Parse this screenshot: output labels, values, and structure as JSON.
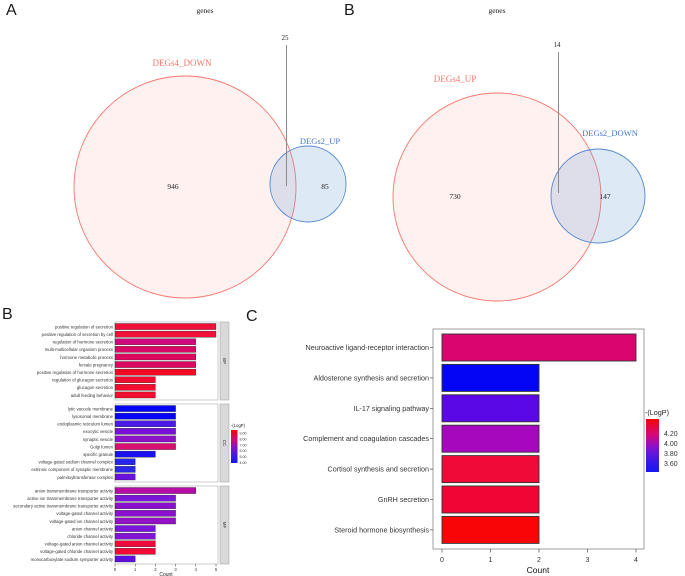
{
  "panel_labels": {
    "a": "A",
    "b_venn": "B",
    "b_go": "B",
    "c": "C"
  },
  "chart_data": [
    {
      "panel": "A",
      "type": "venn",
      "title": "genes",
      "sets": [
        {
          "label": "DEGs4_DOWN",
          "unique_count": "946",
          "color": "#F8766D"
        },
        {
          "label": "DEGs2_UP",
          "unique_count": "85",
          "color": "#4477CC"
        }
      ],
      "intersection": {
        "count": "25"
      }
    },
    {
      "panel": "B",
      "type": "venn",
      "title": "genes",
      "sets": [
        {
          "label": "DEGs4_UP",
          "unique_count": "730",
          "color": "#F8766D"
        },
        {
          "label": "DEGs2_DOWN",
          "unique_count": "147",
          "color": "#4477CC"
        }
      ],
      "intersection": {
        "count": "14"
      }
    },
    {
      "panel": "B",
      "type": "bar",
      "subtype": "go-enrichment-faceted",
      "orientation": "horizontal",
      "xlabel": "Count",
      "xlim": [
        0,
        5.5
      ],
      "x_ticks": [
        "0",
        "1",
        "2",
        "3",
        "4",
        "5"
      ],
      "legend": {
        "title": "-(LogP)",
        "ticks": [
          "9.00",
          "8.00",
          "7.00",
          "6.00",
          "5.00",
          "4.00"
        ],
        "top_color": "#F50505",
        "bottom_color": "#1717F0"
      },
      "facets": [
        {
          "strip": "BP",
          "rows": [
            {
              "term": "positive regulation of secretion",
              "count": 5,
              "color": "#F2103A"
            },
            {
              "term": "positive regulation of secretion by cell",
              "count": 5,
              "color": "#F2103A"
            },
            {
              "term": "regulation of hormone secretion",
              "count": 4,
              "color": "#D1087E"
            },
            {
              "term": "multi-multicellular organism process",
              "count": 4,
              "color": "#DB0966"
            },
            {
              "term": "hormone metabolic process",
              "count": 4,
              "color": "#DD0960"
            },
            {
              "term": "female pregnancy",
              "count": 4,
              "color": "#DD0960"
            },
            {
              "term": "positive regulation of hormone secretion",
              "count": 4,
              "color": "#F50823"
            },
            {
              "term": "regulation of glucagon secretion",
              "count": 2,
              "color": "#F30D30"
            },
            {
              "term": "glucagon secretion",
              "count": 2,
              "color": "#F30D30"
            },
            {
              "term": "adult feeding behavior",
              "count": 2,
              "color": "#F30D30"
            }
          ]
        },
        {
          "strip": "CC",
          "rows": [
            {
              "term": "lytic vacuole membrane",
              "count": 3,
              "color": "#0505F8"
            },
            {
              "term": "lysosomal membrane",
              "count": 3,
              "color": "#0505F8"
            },
            {
              "term": "endoplasmic reticulum lumen",
              "count": 3,
              "color": "#4A1AE8"
            },
            {
              "term": "exocytic vesicle",
              "count": 3,
              "color": "#7A10D8"
            },
            {
              "term": "synaptic vesicle",
              "count": 3,
              "color": "#9012C8"
            },
            {
              "term": "Golgi lumen",
              "count": 3,
              "color": "#D81070"
            },
            {
              "term": "specific granule",
              "count": 2,
              "color": "#1A10F0"
            },
            {
              "term": "voltage-gated sodium channel complex",
              "count": 1,
              "color": "#2525EE"
            },
            {
              "term": "extrinsic component of synaptic membrane",
              "count": 1,
              "color": "#2A28E8"
            },
            {
              "term": "palmitoyltransferase complex",
              "count": 1,
              "color": "#6A10E0"
            }
          ]
        },
        {
          "strip": "MF",
          "rows": [
            {
              "term": "anion transmembrane transporter activity",
              "count": 4,
              "color": "#B50DA6"
            },
            {
              "term": "active ion transmembrane transporter activity",
              "count": 3,
              "color": "#7C16D9"
            },
            {
              "term": "secondary active transmembrane transporter activity",
              "count": 3,
              "color": "#8A10CE"
            },
            {
              "term": "voltage-gated channel activity",
              "count": 3,
              "color": "#8A10CE"
            },
            {
              "term": "voltage-gated ion channel activity",
              "count": 3,
              "color": "#9212C4"
            },
            {
              "term": "anion channel activity",
              "count": 2,
              "color": "#7A16DC"
            },
            {
              "term": "chloride channel activity",
              "count": 2,
              "color": "#8214D4"
            },
            {
              "term": "voltage-gated anion channel activity",
              "count": 2,
              "color": "#EF0A3C"
            },
            {
              "term": "voltage-gated chloride channel activity",
              "count": 2,
              "color": "#F20A35"
            },
            {
              "term": "monocarboxylate sodium symporter activity",
              "count": 1,
              "color": "#5F10E0"
            }
          ]
        }
      ]
    },
    {
      "panel": "C",
      "type": "bar",
      "subtype": "kegg-enrichment",
      "orientation": "horizontal",
      "xlabel": "Count",
      "xlim": [
        0,
        4.2
      ],
      "x_ticks": [
        "0",
        "1",
        "2",
        "3",
        "4"
      ],
      "legend": {
        "title": "-(LogP)",
        "ticks": [
          "4.20",
          "4.00",
          "3.80",
          "3.60"
        ],
        "top_color": "#F50505",
        "bottom_color": "#1717F0"
      },
      "rows": [
        {
          "pathway": "Neuroactive ligand-receptor interaction",
          "count": 4,
          "color": "#DB0570"
        },
        {
          "pathway": "Aldosterone synthesis and secretion",
          "count": 2,
          "color": "#0505F5"
        },
        {
          "pathway": "IL-17 signaling pathway",
          "count": 2,
          "color": "#5A08E5"
        },
        {
          "pathway": "Complement and coagulation cascades",
          "count": 2,
          "color": "#A608BD"
        },
        {
          "pathway": "Cortisol synthesis and secretion",
          "count": 2,
          "color": "#EF0A38"
        },
        {
          "pathway": "GnRH secretion",
          "count": 2,
          "color": "#F00535"
        },
        {
          "pathway": "Steroid hormone biosynthesis",
          "count": 2,
          "color": "#FA0505"
        }
      ]
    }
  ]
}
